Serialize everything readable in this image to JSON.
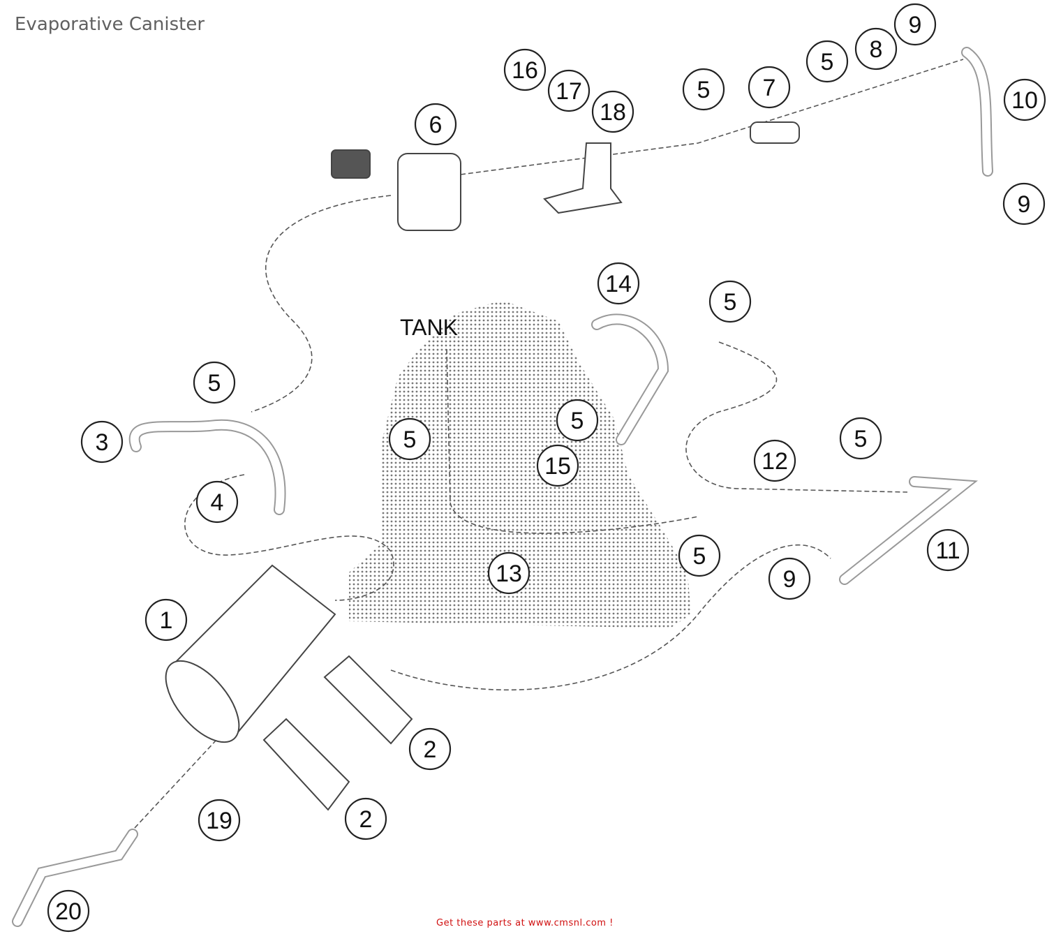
{
  "title": "Evaporative Canister",
  "footer": "Get these parts at www.cmsnl.com  !",
  "diagram": {
    "tank_label": "TANK",
    "callouts": [
      "16",
      "17",
      "18",
      "6",
      "5",
      "7",
      "5",
      "8",
      "9",
      "10",
      "9",
      "14",
      "5",
      "5",
      "3",
      "4",
      "5",
      "5",
      "15",
      "12",
      "5",
      "11",
      "5",
      "9",
      "13",
      "1",
      "2",
      "2",
      "19",
      "20"
    ]
  },
  "colors": {
    "footer": "#d01010",
    "title": "#606060"
  }
}
